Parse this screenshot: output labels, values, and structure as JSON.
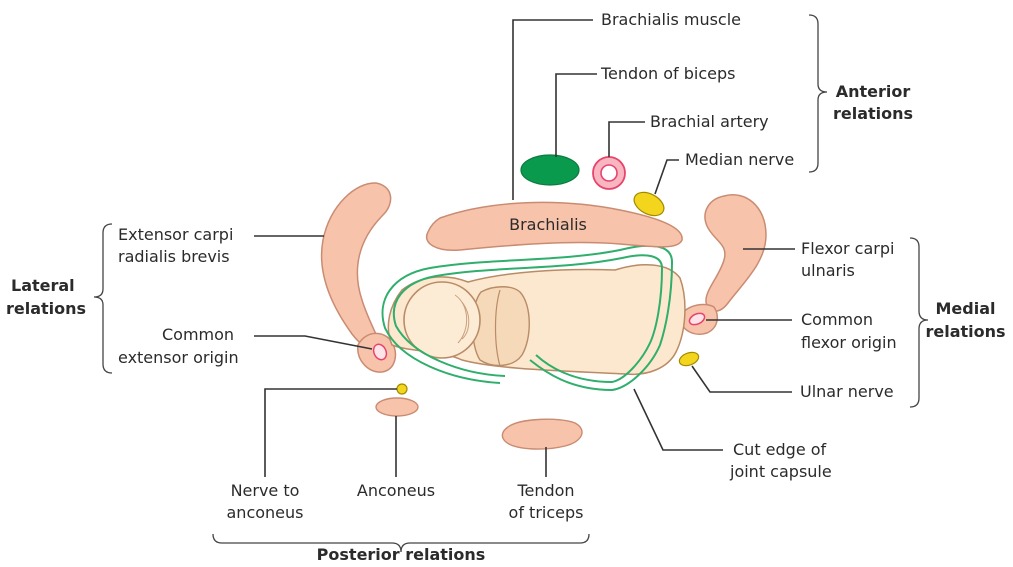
{
  "labels": {
    "brachialis_muscle": "Brachialis muscle",
    "tendon_of_biceps": "Tendon of biceps",
    "brachial_artery": "Brachial artery",
    "median_nerve": "Median nerve",
    "brachialis": "Brachialis",
    "ecrb_line1": "Extensor carpi",
    "ecrb_line2": "radialis brevis",
    "common_ext_line1": "Common",
    "common_ext_line2": "extensor origin",
    "fcu_line1": "Flexor carpi",
    "fcu_line2": "ulnaris",
    "common_flex_line1": "Common",
    "common_flex_line2": "flexor origin",
    "ulnar_nerve": "Ulnar nerve",
    "cut_edge_line1": "Cut edge of",
    "cut_edge_line2": "joint capsule",
    "nerve_anc_line1": "Nerve to",
    "nerve_anc_line2": "anconeus",
    "anconeus": "Anconeus",
    "tendon_tri_line1": "Tendon",
    "tendon_tri_line2": "of triceps"
  },
  "groups": {
    "anterior_line1": "Anterior",
    "anterior_line2": "relations",
    "lateral_line1": "Lateral",
    "lateral_line2": "relations",
    "medial_line1": "Medial",
    "medial_line2": "relations",
    "posterior": "Posterior relations"
  },
  "colors": {
    "muscle_fill": "#f7c3ab",
    "muscle_stroke": "#c98c72",
    "bone_fill": "#fbe8cf",
    "bone_stroke": "#b98b66",
    "artery_red": "#e8446a",
    "nerve_yellow": "#f2d51c",
    "biceps_green": "#0a9a4e",
    "capsule_green": "#2fae6c"
  }
}
